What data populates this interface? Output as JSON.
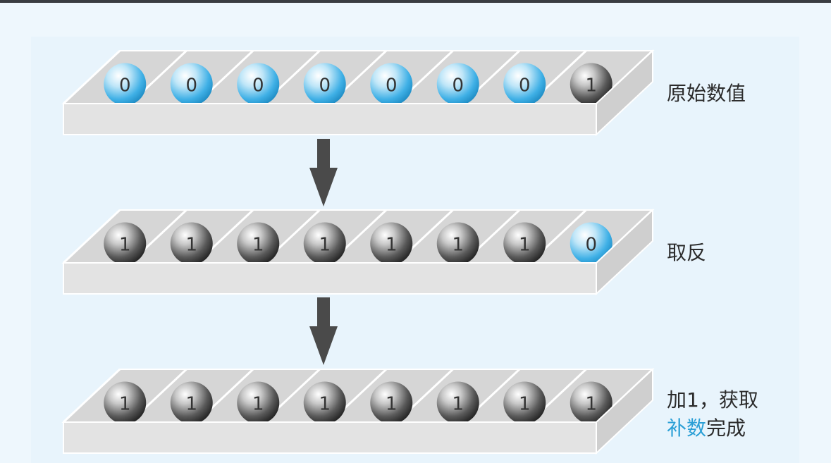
{
  "steps": [
    {
      "label": "原始数值",
      "bits": [
        0,
        0,
        0,
        0,
        0,
        0,
        0,
        1
      ]
    },
    {
      "label": "取反",
      "bits": [
        1,
        1,
        1,
        1,
        1,
        1,
        1,
        0
      ]
    },
    {
      "label_line1": "加1，获取",
      "label_line2_accent": "补数",
      "label_line2_rest": "完成",
      "bits": [
        1,
        1,
        1,
        1,
        1,
        1,
        1,
        1
      ]
    }
  ],
  "colors": {
    "zero_ball": "#3fb0e6",
    "one_ball": "#3c3c3c",
    "tray": "#dedede",
    "arrow": "#4a4a4a",
    "accent_text": "#2a9fd6"
  }
}
